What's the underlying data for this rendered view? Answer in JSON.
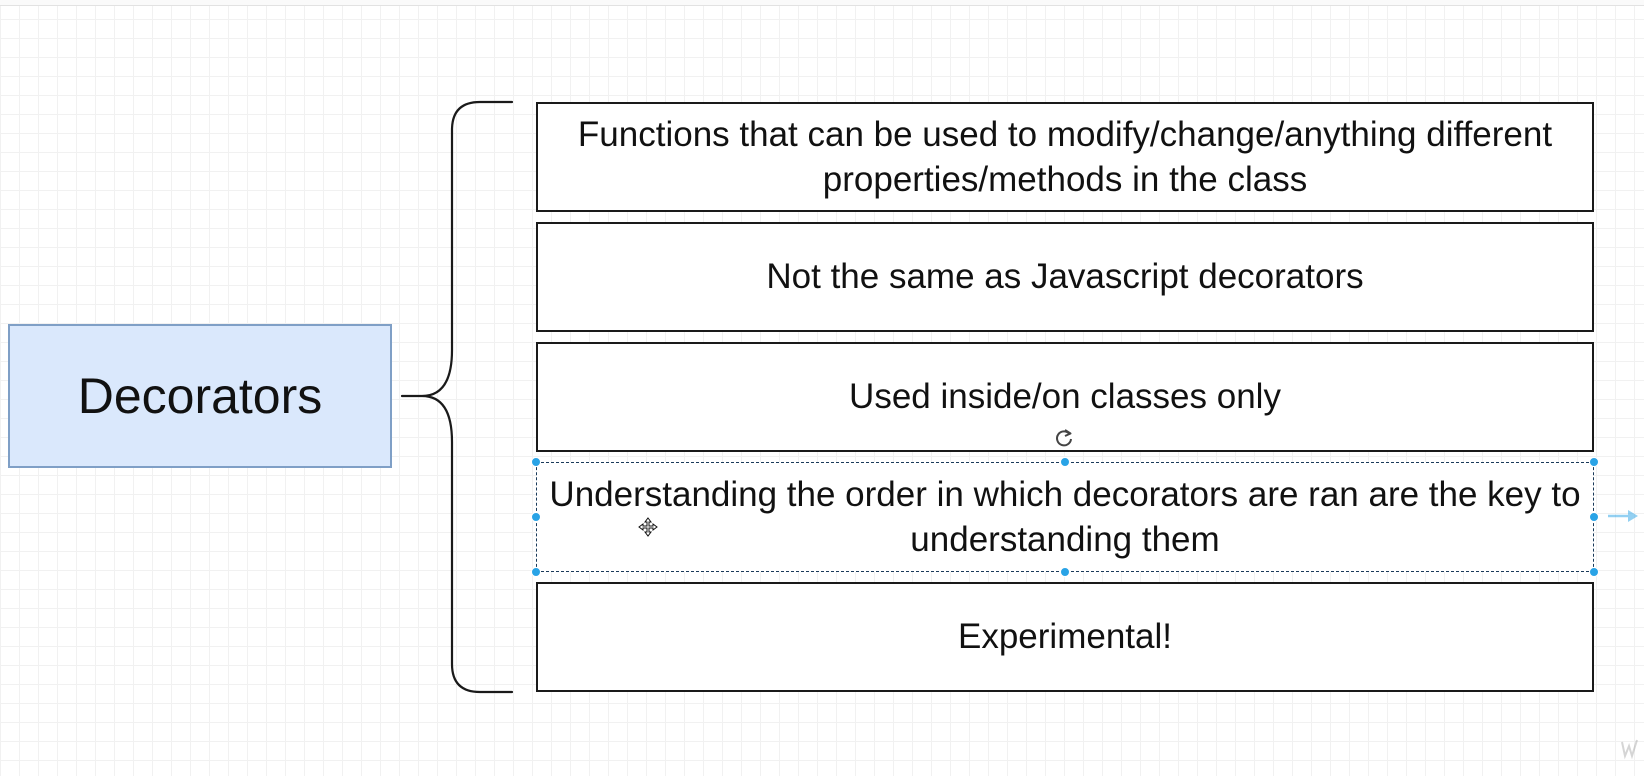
{
  "topic": {
    "label": "Decorators",
    "fill_color": "#dae8fc",
    "border_color": "#7f9fc6"
  },
  "items": [
    {
      "text": "Functions that can be used to modify/change/anything different properties/methods in the class"
    },
    {
      "text": "Not the same as Javascript decorators"
    },
    {
      "text": "Used inside/on classes only"
    },
    {
      "text": "Understanding the order in which decorators are ran are the key to understanding them",
      "selected": true
    },
    {
      "text": "Experimental!"
    }
  ],
  "selection": {
    "handle_color": "#29a3e6"
  },
  "icons": {
    "rotate": "rotate-icon",
    "move": "move-icon",
    "connect": "connect-arrow-icon",
    "watermark": "watermark-icon"
  }
}
